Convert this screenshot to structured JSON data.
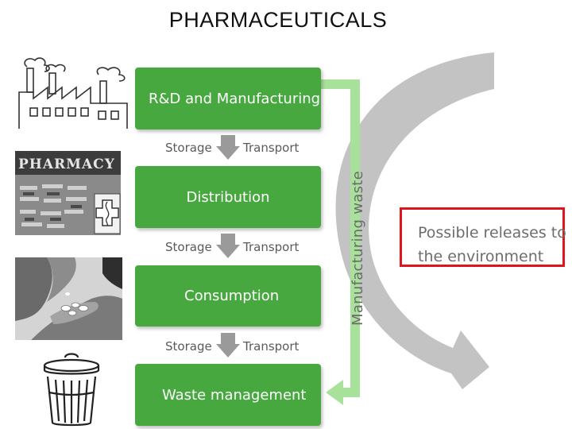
{
  "title": "PHARMACEUTICALS",
  "stages": [
    {
      "label": "R&D and Manufacturing"
    },
    {
      "label": "Distribution"
    },
    {
      "label": "Consumption"
    },
    {
      "label": "Waste management"
    }
  ],
  "connectors": [
    {
      "left": "Storage",
      "right": "Transport"
    },
    {
      "left": "Storage",
      "right": "Transport"
    },
    {
      "left": "Storage",
      "right": "Transport"
    }
  ],
  "side_label": "Manufacturing waste",
  "release_box": {
    "line1": "Possible releases to",
    "line2": "the environment"
  },
  "pharmacy_sign": "PHARMACY",
  "colors": {
    "stage_green": "#47a83f",
    "bracket_green": "#a8e29a",
    "release_border": "#e0141c",
    "arrow_grey": "#b3b3b3"
  }
}
